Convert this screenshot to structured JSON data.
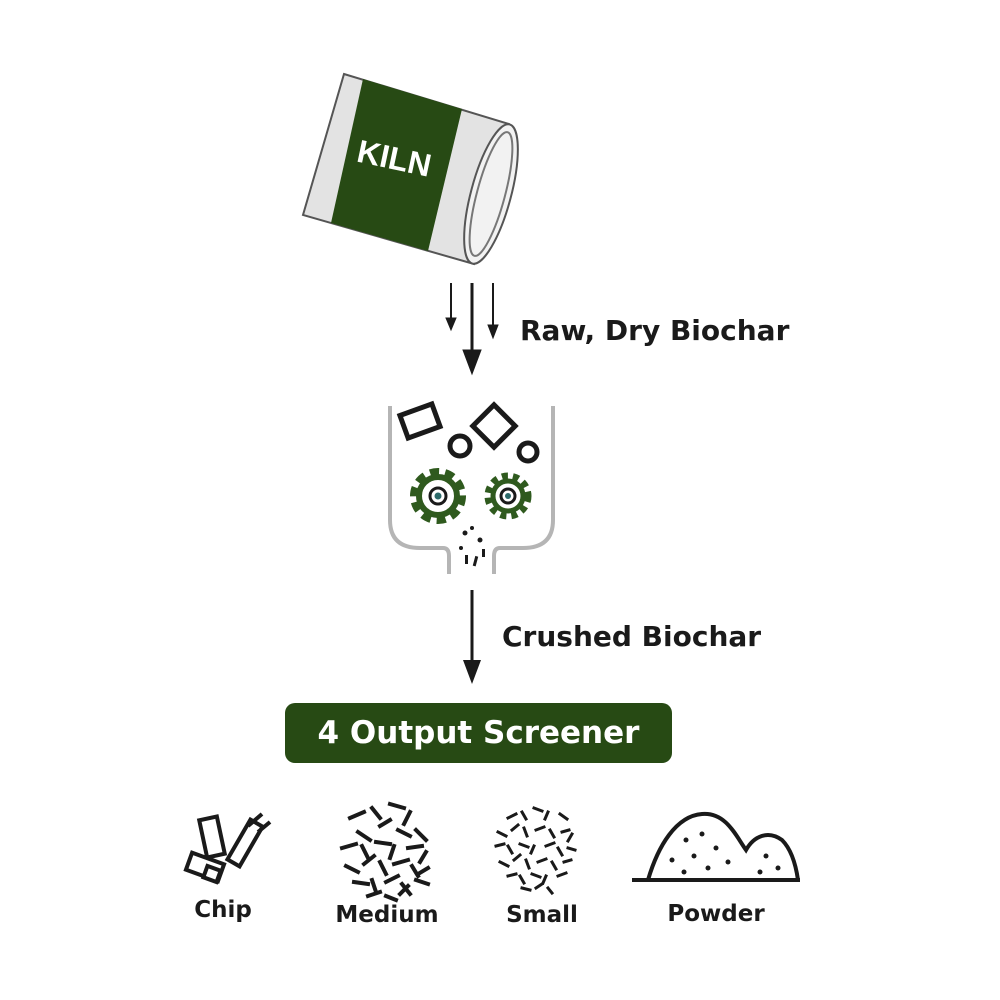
{
  "kiln": {
    "label": "KILN"
  },
  "steps": {
    "raw_label": "Raw, Dry Biochar",
    "crushed_label": "Crushed Biochar"
  },
  "screener": {
    "label": "4 Output Screener"
  },
  "outputs": [
    {
      "label": "Chip"
    },
    {
      "label": "Medium"
    },
    {
      "label": "Small"
    },
    {
      "label": "Powder"
    }
  ],
  "colors": {
    "brand_green": "#274a14",
    "gear_green": "#2f5a1e",
    "gear_teal": "#2c6a6a",
    "kiln_gray": "#e3e3e3",
    "hopper_gray": "#b5b5b5",
    "ink": "#1a1a1a"
  }
}
